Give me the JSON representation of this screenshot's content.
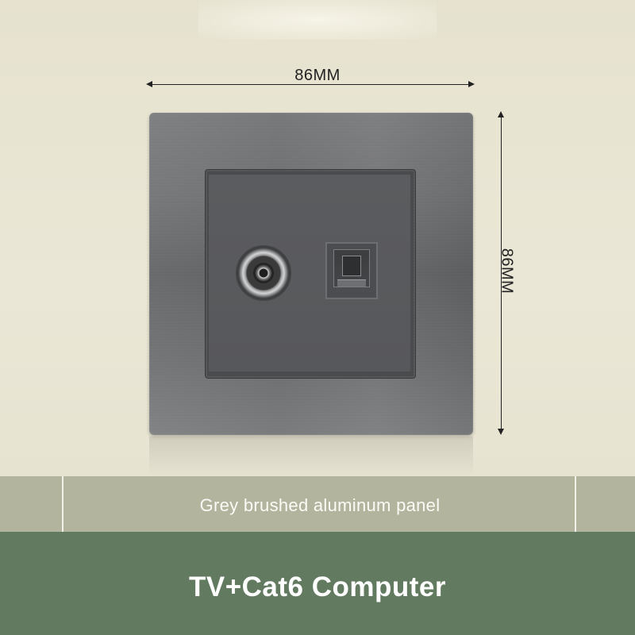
{
  "dimensions": {
    "width_label": "86MM",
    "height_label": "86MM"
  },
  "product": {
    "description": "Grey brushed aluminum panel",
    "title": "TV+Cat6 Computer"
  },
  "colors": {
    "background": "#e8e4d2",
    "panel": "#6b6c6e",
    "caption_band": "#b2b49d",
    "title_band": "#627a5f"
  }
}
